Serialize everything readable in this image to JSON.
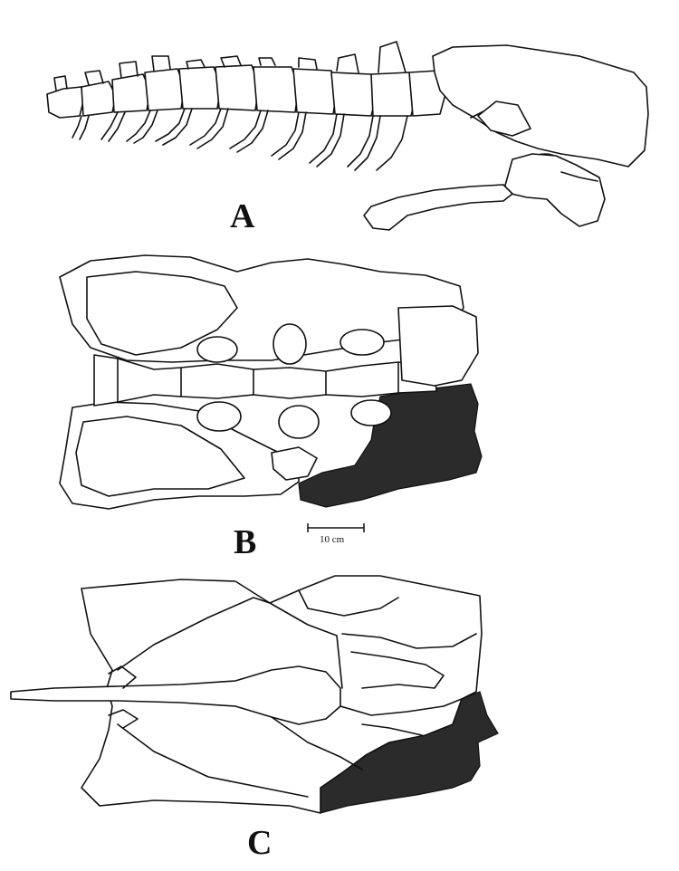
{
  "panels": {
    "a": {
      "label": "A"
    },
    "b": {
      "label": "B"
    },
    "c": {
      "label": "C"
    }
  },
  "scale_bar": {
    "label": "10 cm"
  },
  "colors": {
    "ink": "#111111",
    "matrix_fill": "#2b2b2b",
    "background": "#ffffff"
  }
}
